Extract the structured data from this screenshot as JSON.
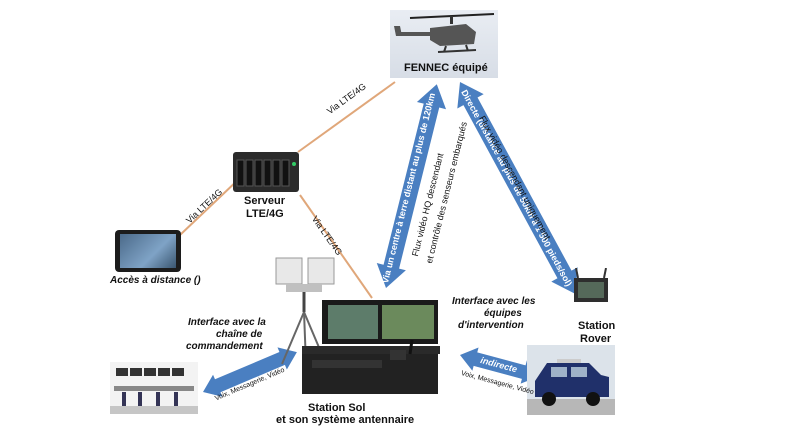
{
  "nodes": {
    "helicopter": {
      "label": "FENNEC équipé"
    },
    "server": {
      "line1": "Serveur",
      "line2": "LTE/4G"
    },
    "tablet": {
      "label": "Accès à distance ()"
    },
    "ground_station": {
      "line1": "Station Sol",
      "line2": "et son système antennaire"
    },
    "rover": {
      "line1": "Station",
      "line2": "Rover"
    },
    "command_room": {
      "label": ""
    }
  },
  "links": {
    "heli_server": "Via LTE/4G",
    "server_tablet": "Via LTE/4G",
    "server_ground": "Via LTE/4G",
    "heli_ground_arrow": "Via un centre à terre distant au plus de 120km",
    "heli_ground_flux_1": "Flux vidéo HQ descendant",
    "heli_ground_flux_2": "et contrôle des senseurs embarqués",
    "heli_rover_arrow": "Directe (distance au plus de 50km à 1 500 pieds/sol)",
    "heli_rover_flux": "Flux vidéo descendant uniquement",
    "command_interface_1": "Interface avec la",
    "command_interface_2": "chaîne de",
    "command_interface_3": "commandement",
    "command_arrow_sub": "Voix, Messagerie, Vidéo",
    "rover_interface_1": "Interface avec les",
    "rover_interface_2": "équipes",
    "rover_interface_3": "d'intervention",
    "rover_arrow": "indirecte",
    "rover_arrow_sub": "Voix, Messagerie, Vidéo"
  },
  "colors": {
    "arrow_blue": "#4a7fc1",
    "link_orange": "#e0a77a"
  }
}
